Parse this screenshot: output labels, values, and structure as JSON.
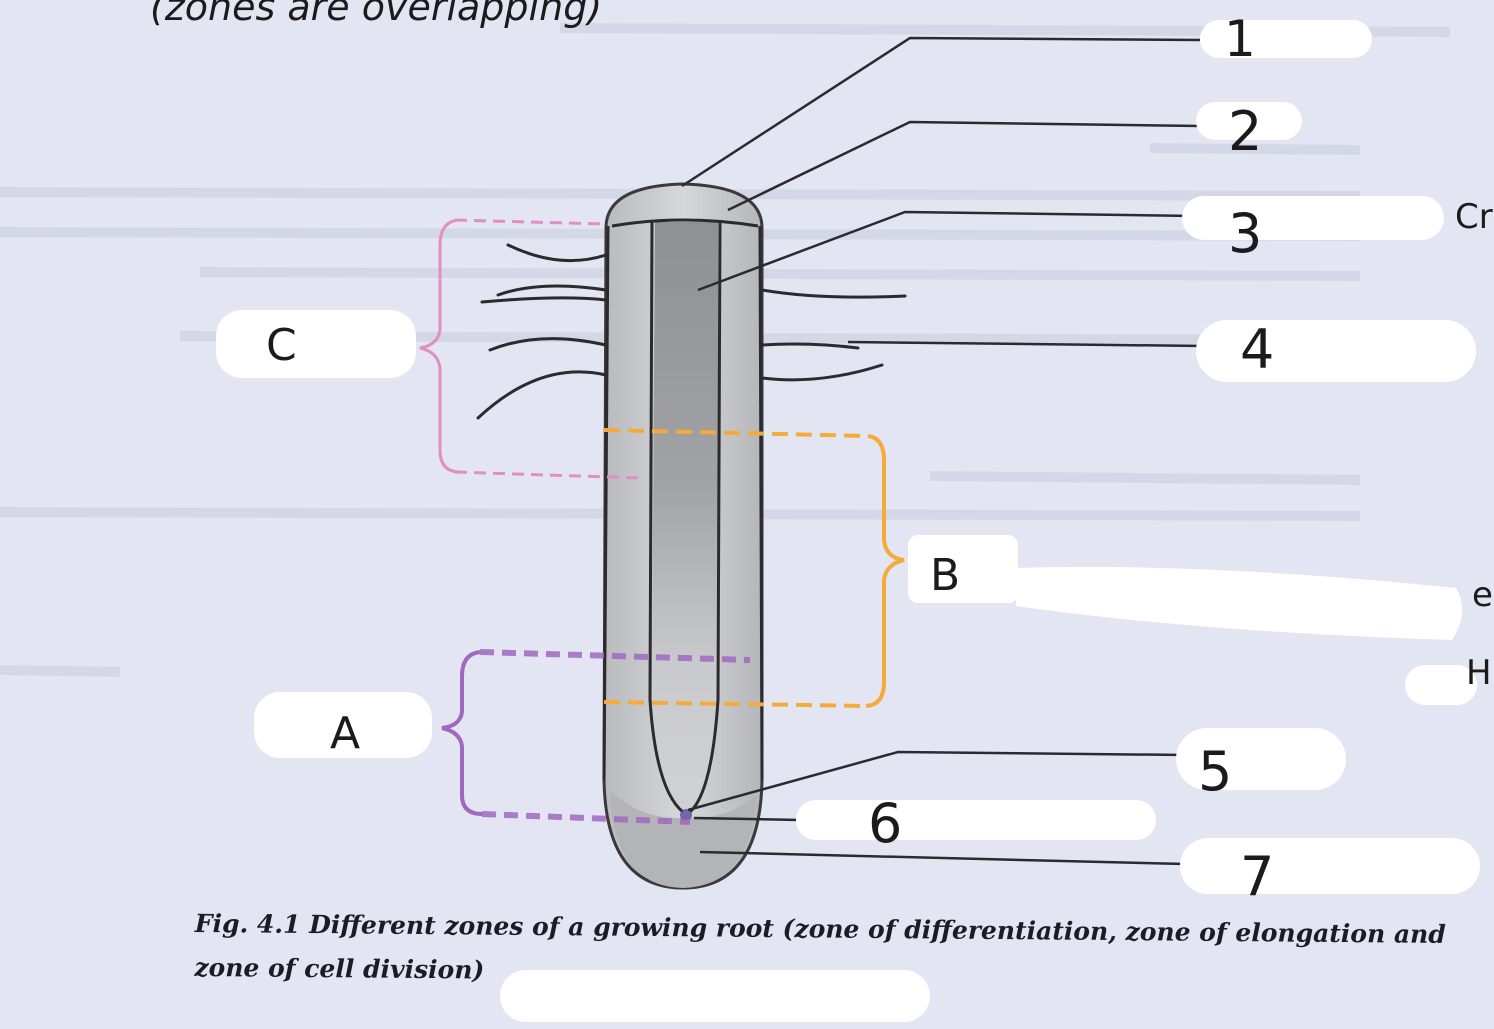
{
  "header_note": "(zones are overlapping)",
  "labels": {
    "n1": "1",
    "n2": "2",
    "n3": "3",
    "n4": "4",
    "n5": "5",
    "n6": "6",
    "n7": "7",
    "A": "A",
    "B": "B",
    "C": "C"
  },
  "right_margin_fragments": {
    "f1": "Cr",
    "f2": "e",
    "f3": "H"
  },
  "caption": {
    "line1": "Fig. 4.1  Different zones of a growing  root (zone of differentiation, zone of elongation and",
    "line2": "zone of cell division)"
  },
  "colors": {
    "page_bg": "#e3e6f2",
    "zone_C_bracket": "#e38ec0",
    "zone_B_bracket": "#f5ab3a",
    "zone_A_bracket": "#a068c0",
    "root_fill": "#c8c9cc",
    "stele_fill": "#a9aaad",
    "ink": "#1b1b1b"
  }
}
